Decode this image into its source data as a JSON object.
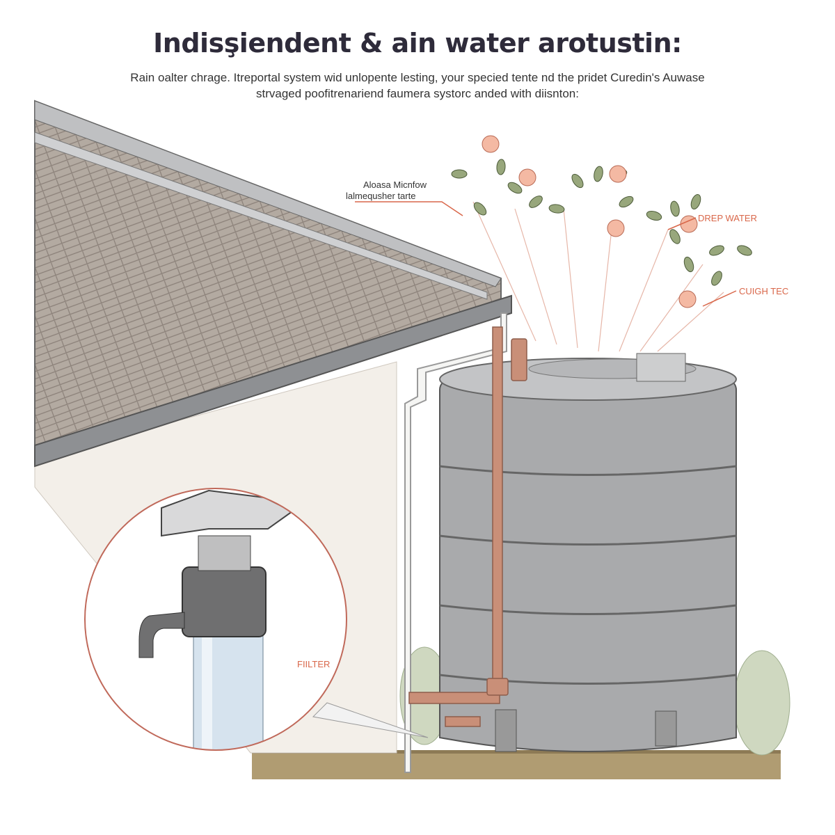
{
  "header": {
    "title": "Indisşiendent & ain water arotustin:",
    "subtitle_line1": "Rain oalter chrage. Itreportal system wid unlopente lesting, your specied tente nd the pridet Curedin's Auwase",
    "subtitle_line2": "strvaged poofitrenariend faumera systorc anded with diisnton:"
  },
  "callouts": {
    "top_label_line1": "Aloasa Micnfow",
    "top_label_line2": "lalmequsher tarte",
    "drep_water": "DREP WATER",
    "cuigh_tec": "CUIGH TEC",
    "filter": "FIILTER"
  },
  "colors": {
    "accent": "#d9674a",
    "tank": "#a9aaac",
    "copper": "#c98f78",
    "roof": "#a89f97"
  }
}
